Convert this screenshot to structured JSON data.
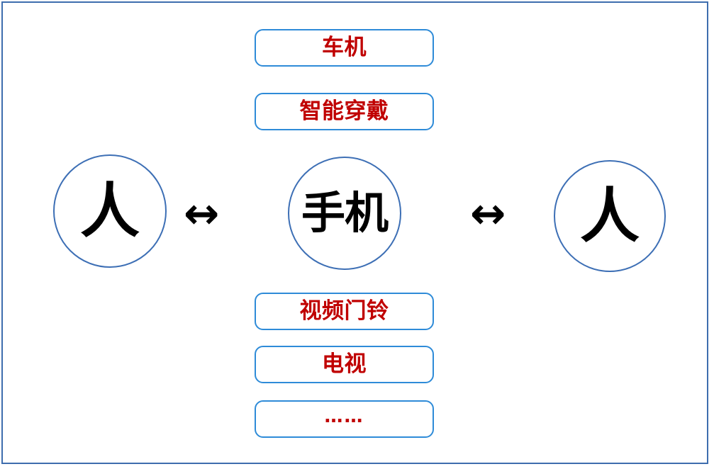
{
  "diagram": {
    "type": "concept-diagram",
    "background_color": "#FFFFFF",
    "frame": {
      "border_color": "#3E6DAE"
    },
    "colors": {
      "box_border": "#2E8BD8",
      "box_text": "#C00000",
      "circle_border": "#3D6FB5",
      "circle_text": "#000000",
      "arrow": "#000000"
    },
    "nodes": {
      "person_left": {
        "label": "人",
        "shape": "circle"
      },
      "hub": {
        "label": "手机",
        "shape": "circle"
      },
      "person_right": {
        "label": "人",
        "shape": "circle"
      }
    },
    "connectors": [
      {
        "name": "left-link",
        "glyph": "↔",
        "direction": "bidirectional"
      },
      {
        "name": "right-link",
        "glyph": "↔",
        "direction": "bidirectional"
      }
    ],
    "devices_above": [
      {
        "label": "车机"
      },
      {
        "label": "智能穿戴"
      }
    ],
    "devices_below": [
      {
        "label": "视频门铃"
      },
      {
        "label": "电视"
      },
      {
        "label": "……"
      }
    ]
  }
}
